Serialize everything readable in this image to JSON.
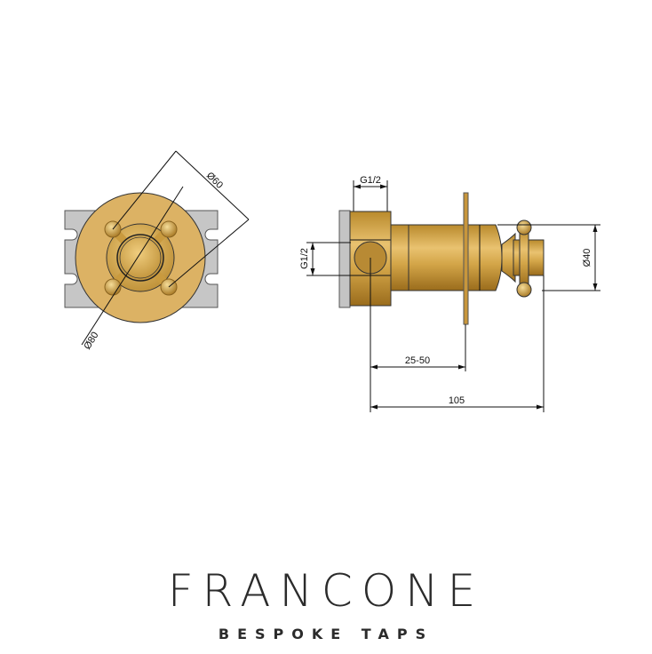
{
  "drawing": {
    "front_view": {
      "dim_outer": "Ø80",
      "dim_handle": "Ø60"
    },
    "side_view": {
      "dim_top_inlet": "G1/2",
      "dim_side_inlet": "G1/2",
      "dim_handle_diameter": "Ø40",
      "dim_wall_depth": "25-50",
      "dim_total_length": "105"
    },
    "colors": {
      "brass": "#d9a84a",
      "brass_dark": "#a87a22",
      "bracket": "#c4c4c4"
    }
  },
  "logo": {
    "brand": "FRANCONE",
    "tagline": "BESPOKE TAPS"
  }
}
